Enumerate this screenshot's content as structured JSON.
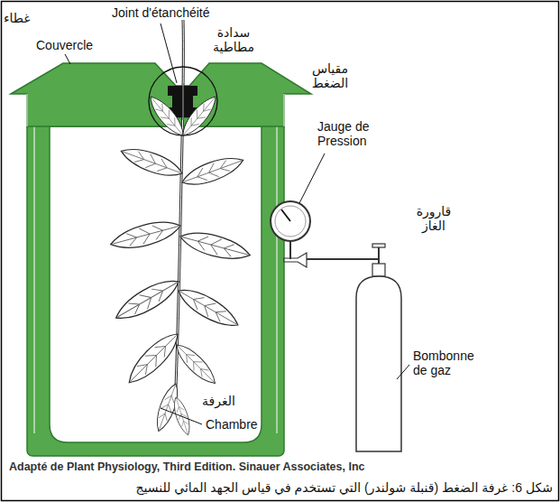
{
  "diagram": {
    "caption": "شكل 6: غرفة الضغط (قنبلة شولندر) التي تستخدم في قياس الجهد المائي للنسيج",
    "labels": [
      "غطاء",
      "Joint d'étanchéité",
      "Couvercle",
      "سدادة مطاطية",
      "مقياس الضغط",
      "Jauge de Pression",
      "قارورة الغاز",
      "Bombonne de gaz",
      "الغرفة",
      "Chambre",
      "Adapté de Plant Physiology, Third Edition. Sinauer Associates, Inc"
    ]
  }
}
